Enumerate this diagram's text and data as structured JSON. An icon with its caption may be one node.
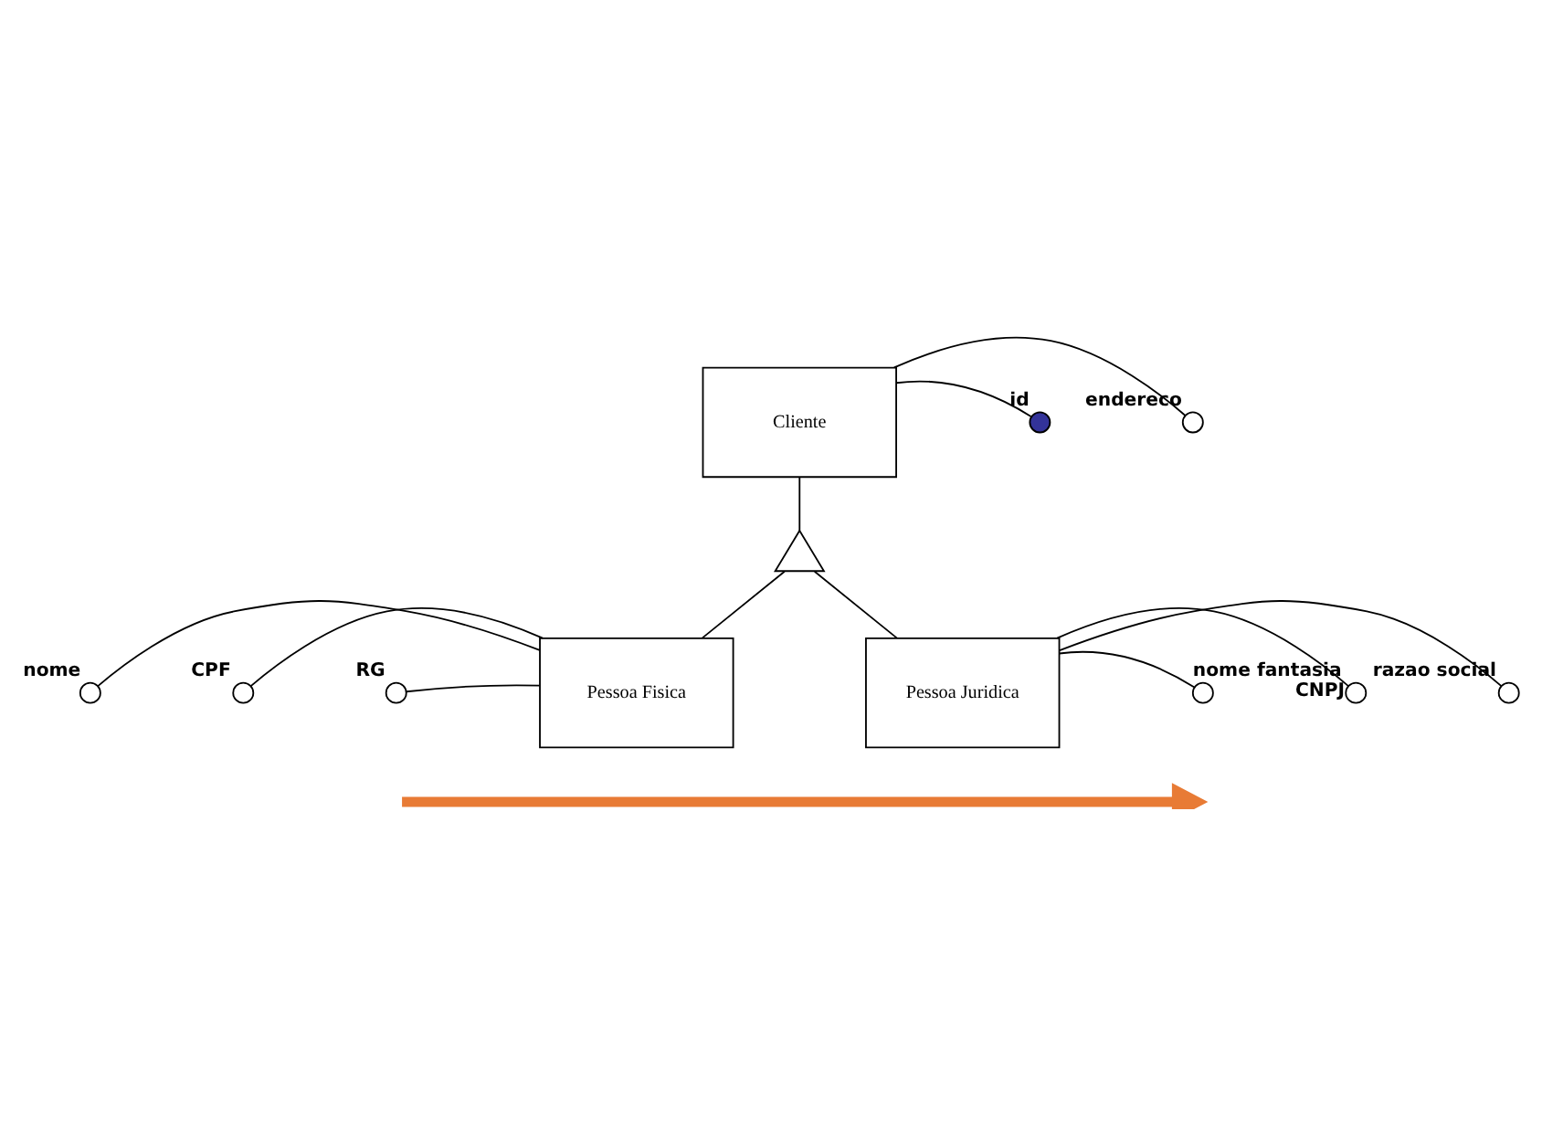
{
  "diagram": {
    "nodes": [
      {
        "text": [
          "Cliente"
        ]
      },
      {
        "text": [],
        "shape": "circle",
        "beside": [
          "id"
        ]
      },
      {
        "text": [],
        "shape": "circle",
        "beside": [
          "endereco"
        ]
      },
      {
        "text": [],
        "shape": "triangle"
      },
      {
        "text": [
          "Pessoa Fisica"
        ]
      },
      {
        "text": [
          "Pessoa Juridica"
        ]
      },
      {
        "text": [],
        "shape": "circle",
        "beside": [
          "nome"
        ]
      },
      {
        "text": [],
        "shape": "circle",
        "beside": [
          "CPF"
        ]
      },
      {
        "text": [],
        "shape": "circle",
        "beside": [
          "RG"
        ]
      },
      {
        "text": [],
        "shape": "circle",
        "beside": [
          "nome fantasia"
        ]
      },
      {
        "text": [],
        "shape": "circle",
        "beside": [
          "CNPJ"
        ]
      },
      {
        "text": [],
        "shape": "circle",
        "beside": [
          "razao social"
        ]
      }
    ],
    "edges": [
      {
        "from": 0,
        "to": 1,
        "arrow": "none"
      },
      {
        "from": 0,
        "to": 2,
        "arrow": "none"
      },
      {
        "from": 0,
        "to": 3,
        "arrow": "none"
      },
      {
        "from": 3,
        "to": 4,
        "arrow": "none"
      },
      {
        "from": 3,
        "to": 5,
        "arrow": "none"
      },
      {
        "from": 6,
        "to": 4,
        "arrow": "none"
      },
      {
        "from": 7,
        "to": 4,
        "arrow": "none"
      },
      {
        "from": 8,
        "to": 4,
        "arrow": "none"
      },
      {
        "from": 5,
        "to": 9,
        "arrow": "none"
      },
      {
        "from": 5,
        "to": 10,
        "arrow": "none"
      },
      {
        "from": 5,
        "to": 11,
        "arrow": "none"
      }
    ]
  }
}
